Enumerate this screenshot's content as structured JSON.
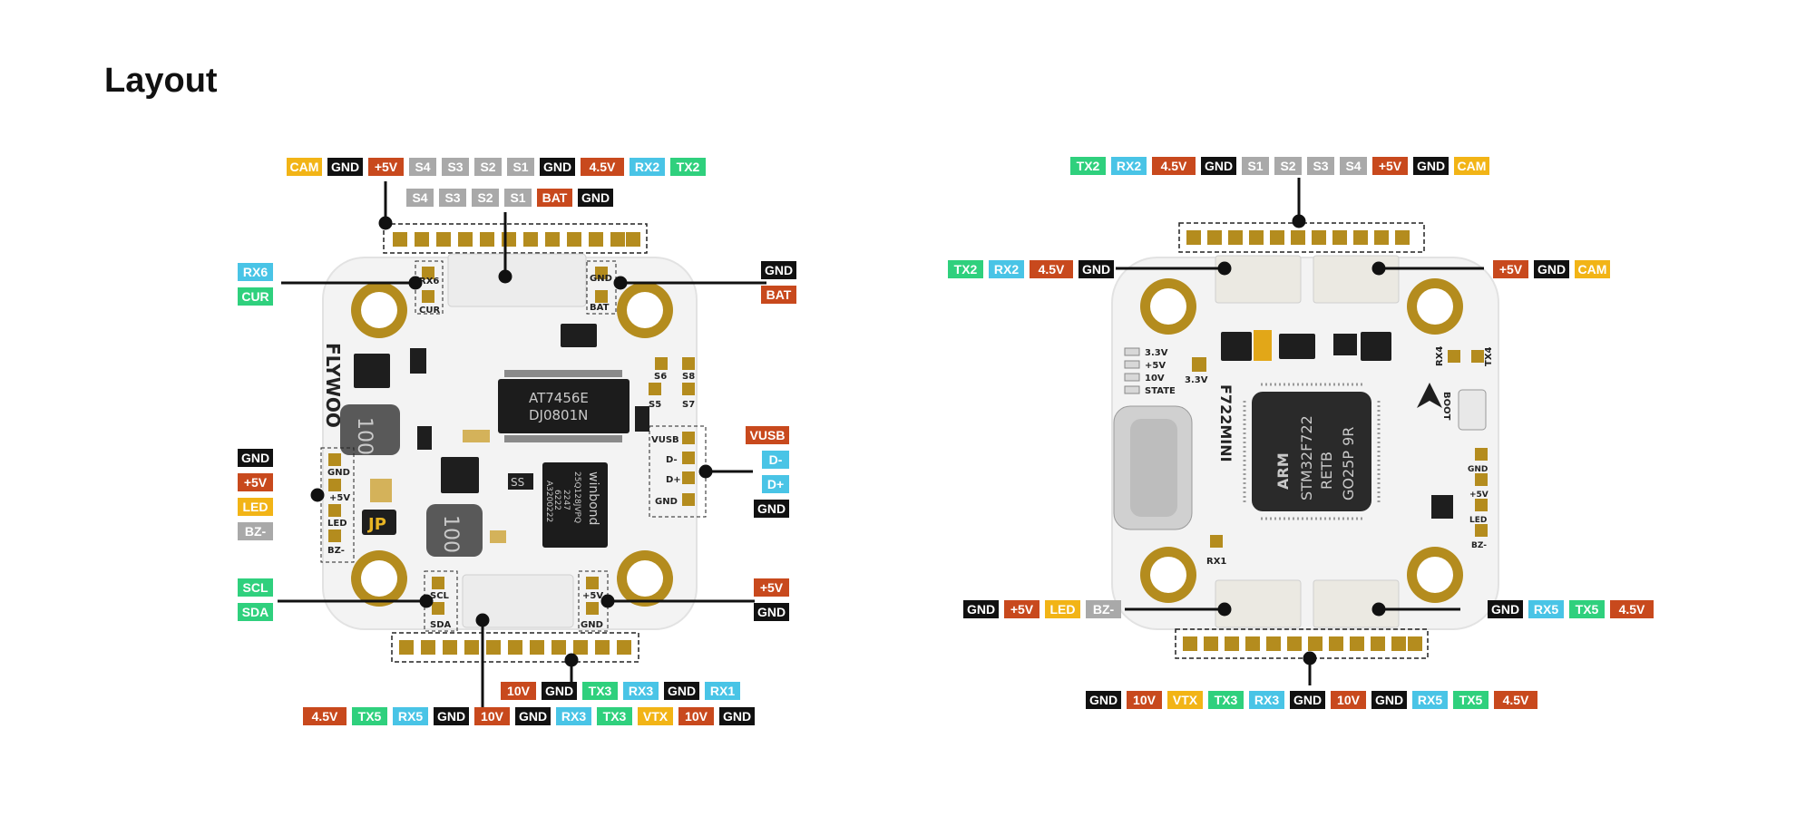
{
  "page": {
    "title": "Layout"
  },
  "colors": {
    "orange": "#c8491d",
    "black": "#111111",
    "gray": "#a9a9a9",
    "blue": "#49c4e6",
    "green": "#2fd07d",
    "yellow": "#f2b416",
    "gold": "#b48c1e",
    "board": "#f3f3f3"
  },
  "boards": {
    "top": {
      "brand": "FLYWOO",
      "mcu_text": [
        "AT7456E",
        "DJ0801N"
      ],
      "flash_text": [
        "winbond",
        "25Q128JVPQ",
        "2247",
        "6222",
        "A3200222"
      ],
      "inductor_text": [
        "100",
        "100"
      ],
      "jumper_label": "JP",
      "pad_labels": {
        "rx6": "RX6",
        "cur": "CUR",
        "gnd_top": "GND",
        "bat": "BAT",
        "s6": "S6",
        "s8": "S8",
        "s5": "S5",
        "s7": "S7",
        "vusb": "VUSB",
        "dminus": "D-",
        "dplus": "D+",
        "gnd_usb": "GND",
        "gnd_left": "GND",
        "v5_left": "+5V",
        "led": "LED",
        "bz": "BZ-",
        "scl": "SCL",
        "sda": "SDA",
        "v5_br": "+5V",
        "gnd_br": "GND"
      },
      "callouts": {
        "top_row1": [
          "CAM",
          "GND",
          "+5V",
          "S4",
          "S3",
          "S2",
          "S1",
          "GND",
          "4.5V",
          "RX2",
          "TX2"
        ],
        "top_row2": [
          "S4",
          "S3",
          "S2",
          "S1",
          "BAT",
          "GND"
        ],
        "left_upper": [
          "RX6",
          "CUR"
        ],
        "right_upper": [
          "GND",
          "BAT"
        ],
        "left_mid": [
          "GND",
          "+5V",
          "LED",
          "BZ-"
        ],
        "right_mid": [
          "VUSB",
          "D-",
          "D+",
          "GND"
        ],
        "left_lower": [
          "SCL",
          "SDA"
        ],
        "right_lower": [
          "+5V",
          "GND"
        ],
        "bottom_row1": [
          "10V",
          "GND",
          "TX3",
          "RX3",
          "GND",
          "RX1"
        ],
        "bottom_row2": [
          "4.5V",
          "TX5",
          "RX5",
          "GND",
          "10V",
          "GND",
          "RX3",
          "TX3",
          "VTX",
          "10V",
          "GND"
        ]
      }
    },
    "bottom": {
      "board_name": "F722MINI",
      "mcu_text": [
        "ARM",
        "STM32F722",
        "RETB",
        "GO25P 9R"
      ],
      "boot_label": "BOOT",
      "pad_labels": {
        "rx4": "RX4",
        "tx4": "TX4",
        "gnd": "GND",
        "v5": "+5V",
        "led": "LED",
        "bz": "BZ-",
        "rx1": "RX1",
        "v33": "3.3V"
      },
      "status_leds": [
        "3.3V",
        "+5V",
        "10V",
        "STATE"
      ],
      "callouts": {
        "top_row": [
          "TX2",
          "RX2",
          "4.5V",
          "GND",
          "S1",
          "S2",
          "S3",
          "S4",
          "+5V",
          "GND",
          "CAM"
        ],
        "left_upper": [
          "TX2",
          "RX2",
          "4.5V",
          "GND"
        ],
        "right_upper": [
          "+5V",
          "GND",
          "CAM"
        ],
        "left_lower": [
          "GND",
          "+5V",
          "LED",
          "BZ-"
        ],
        "right_lower": [
          "GND",
          "RX5",
          "TX5",
          "4.5V"
        ],
        "bottom_row": [
          "GND",
          "10V",
          "VTX",
          "TX3",
          "RX3",
          "GND",
          "10V",
          "GND",
          "RX5",
          "TX5",
          "4.5V"
        ]
      }
    }
  }
}
